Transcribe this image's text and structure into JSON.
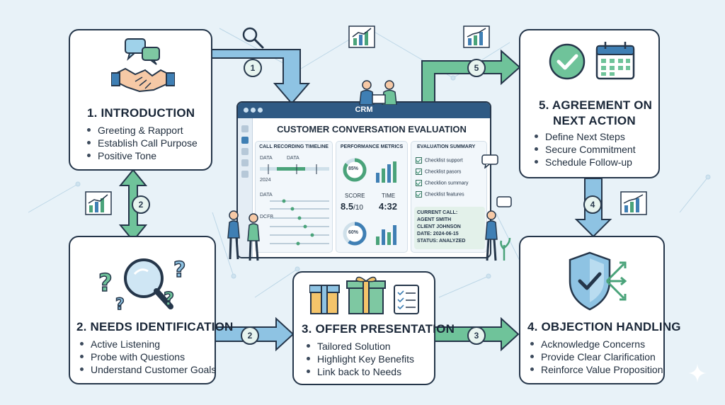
{
  "steps": [
    {
      "id": "introduction",
      "title": "1. INTRODUCTION",
      "items": [
        "Greeting & Rapport",
        "Establish Call Purpose",
        "Positive Tone"
      ]
    },
    {
      "id": "needs",
      "title": "2. NEEDS IDENTIFICATION",
      "items": [
        "Active Listening",
        "Probe with Questions",
        "Understand Customer Goals"
      ]
    },
    {
      "id": "offer",
      "title": "3. OFFER PRESENTATION",
      "items": [
        "Tailored Solution",
        "Highlight Key Benefits",
        "Link back to Needs"
      ]
    },
    {
      "id": "objection",
      "title": "4. OBJECTION HANDLING",
      "items": [
        "Acknowledge Concerns",
        "Provide Clear Clarification",
        "Reinforce Value Proposition"
      ]
    },
    {
      "id": "agreement",
      "title_lines": [
        "5. AGREEMENT ON",
        "NEXT ACTION"
      ],
      "items": [
        "Define Next Steps",
        "Secure Commitment",
        "Schedule Follow-up"
      ]
    }
  ],
  "badges": [
    "1",
    "2",
    "2",
    "3",
    "4",
    "5"
  ],
  "crm": {
    "window_title": "CRM",
    "heading": "CUSTOMER CONVERSATION EVALUATION",
    "timeline": {
      "title": "CALL RECORDING TIMELINE",
      "labels": [
        "DATA",
        "DATA",
        "2024",
        "DATA",
        "DCFB"
      ]
    },
    "metrics": {
      "title": "PERFORMANCE METRICS",
      "ring1": "85%",
      "score_label": "SCORE",
      "score_value": "8.5",
      "score_suffix": "/10",
      "time_label": "TIME",
      "time_value": "4:32",
      "ring2": "60%"
    },
    "summary": {
      "title": "EVALUATION SUMMARY",
      "checks": [
        "Checklist support",
        "Checklist pasors",
        "Checklion summary",
        "Checklist features"
      ]
    },
    "current_call": [
      "CURRENT CALL:",
      "AGENT SMITH",
      "CLIENT JOHNSON",
      "DATE: 2024-06-15",
      "STATUS: ANALYZED"
    ]
  },
  "colors": {
    "arrow_green": "#6fc39a",
    "arrow_blue": "#8ec3e3",
    "outline": "#25364a",
    "accent_blue": "#2f5a84"
  }
}
